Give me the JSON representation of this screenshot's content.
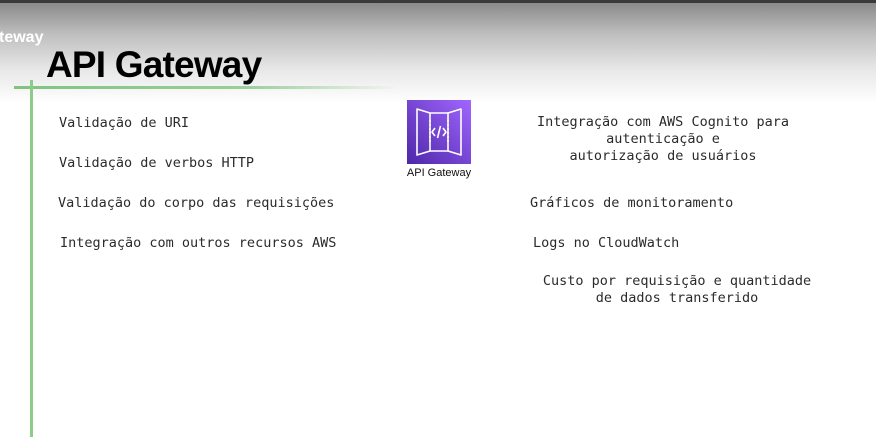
{
  "header": {
    "tab_label": "teway",
    "title": "API Gateway"
  },
  "logo": {
    "caption": "API Gateway",
    "icon": "api-gateway-icon",
    "color": "#8c4fff"
  },
  "features_left": [
    "Validação de URI",
    "Validação de verbos HTTP",
    "Validação do corpo das requisições",
    "Integração com outros recursos AWS"
  ],
  "features_right": [
    "Integração com AWS Cognito para\nautenticação e\nautorização de usuários",
    "Gráficos de monitoramento",
    "Logs no CloudWatch",
    "Custo por requisição e quantidade\nde dados transferido"
  ],
  "colors": {
    "accent_green": "#8ccb8c"
  }
}
